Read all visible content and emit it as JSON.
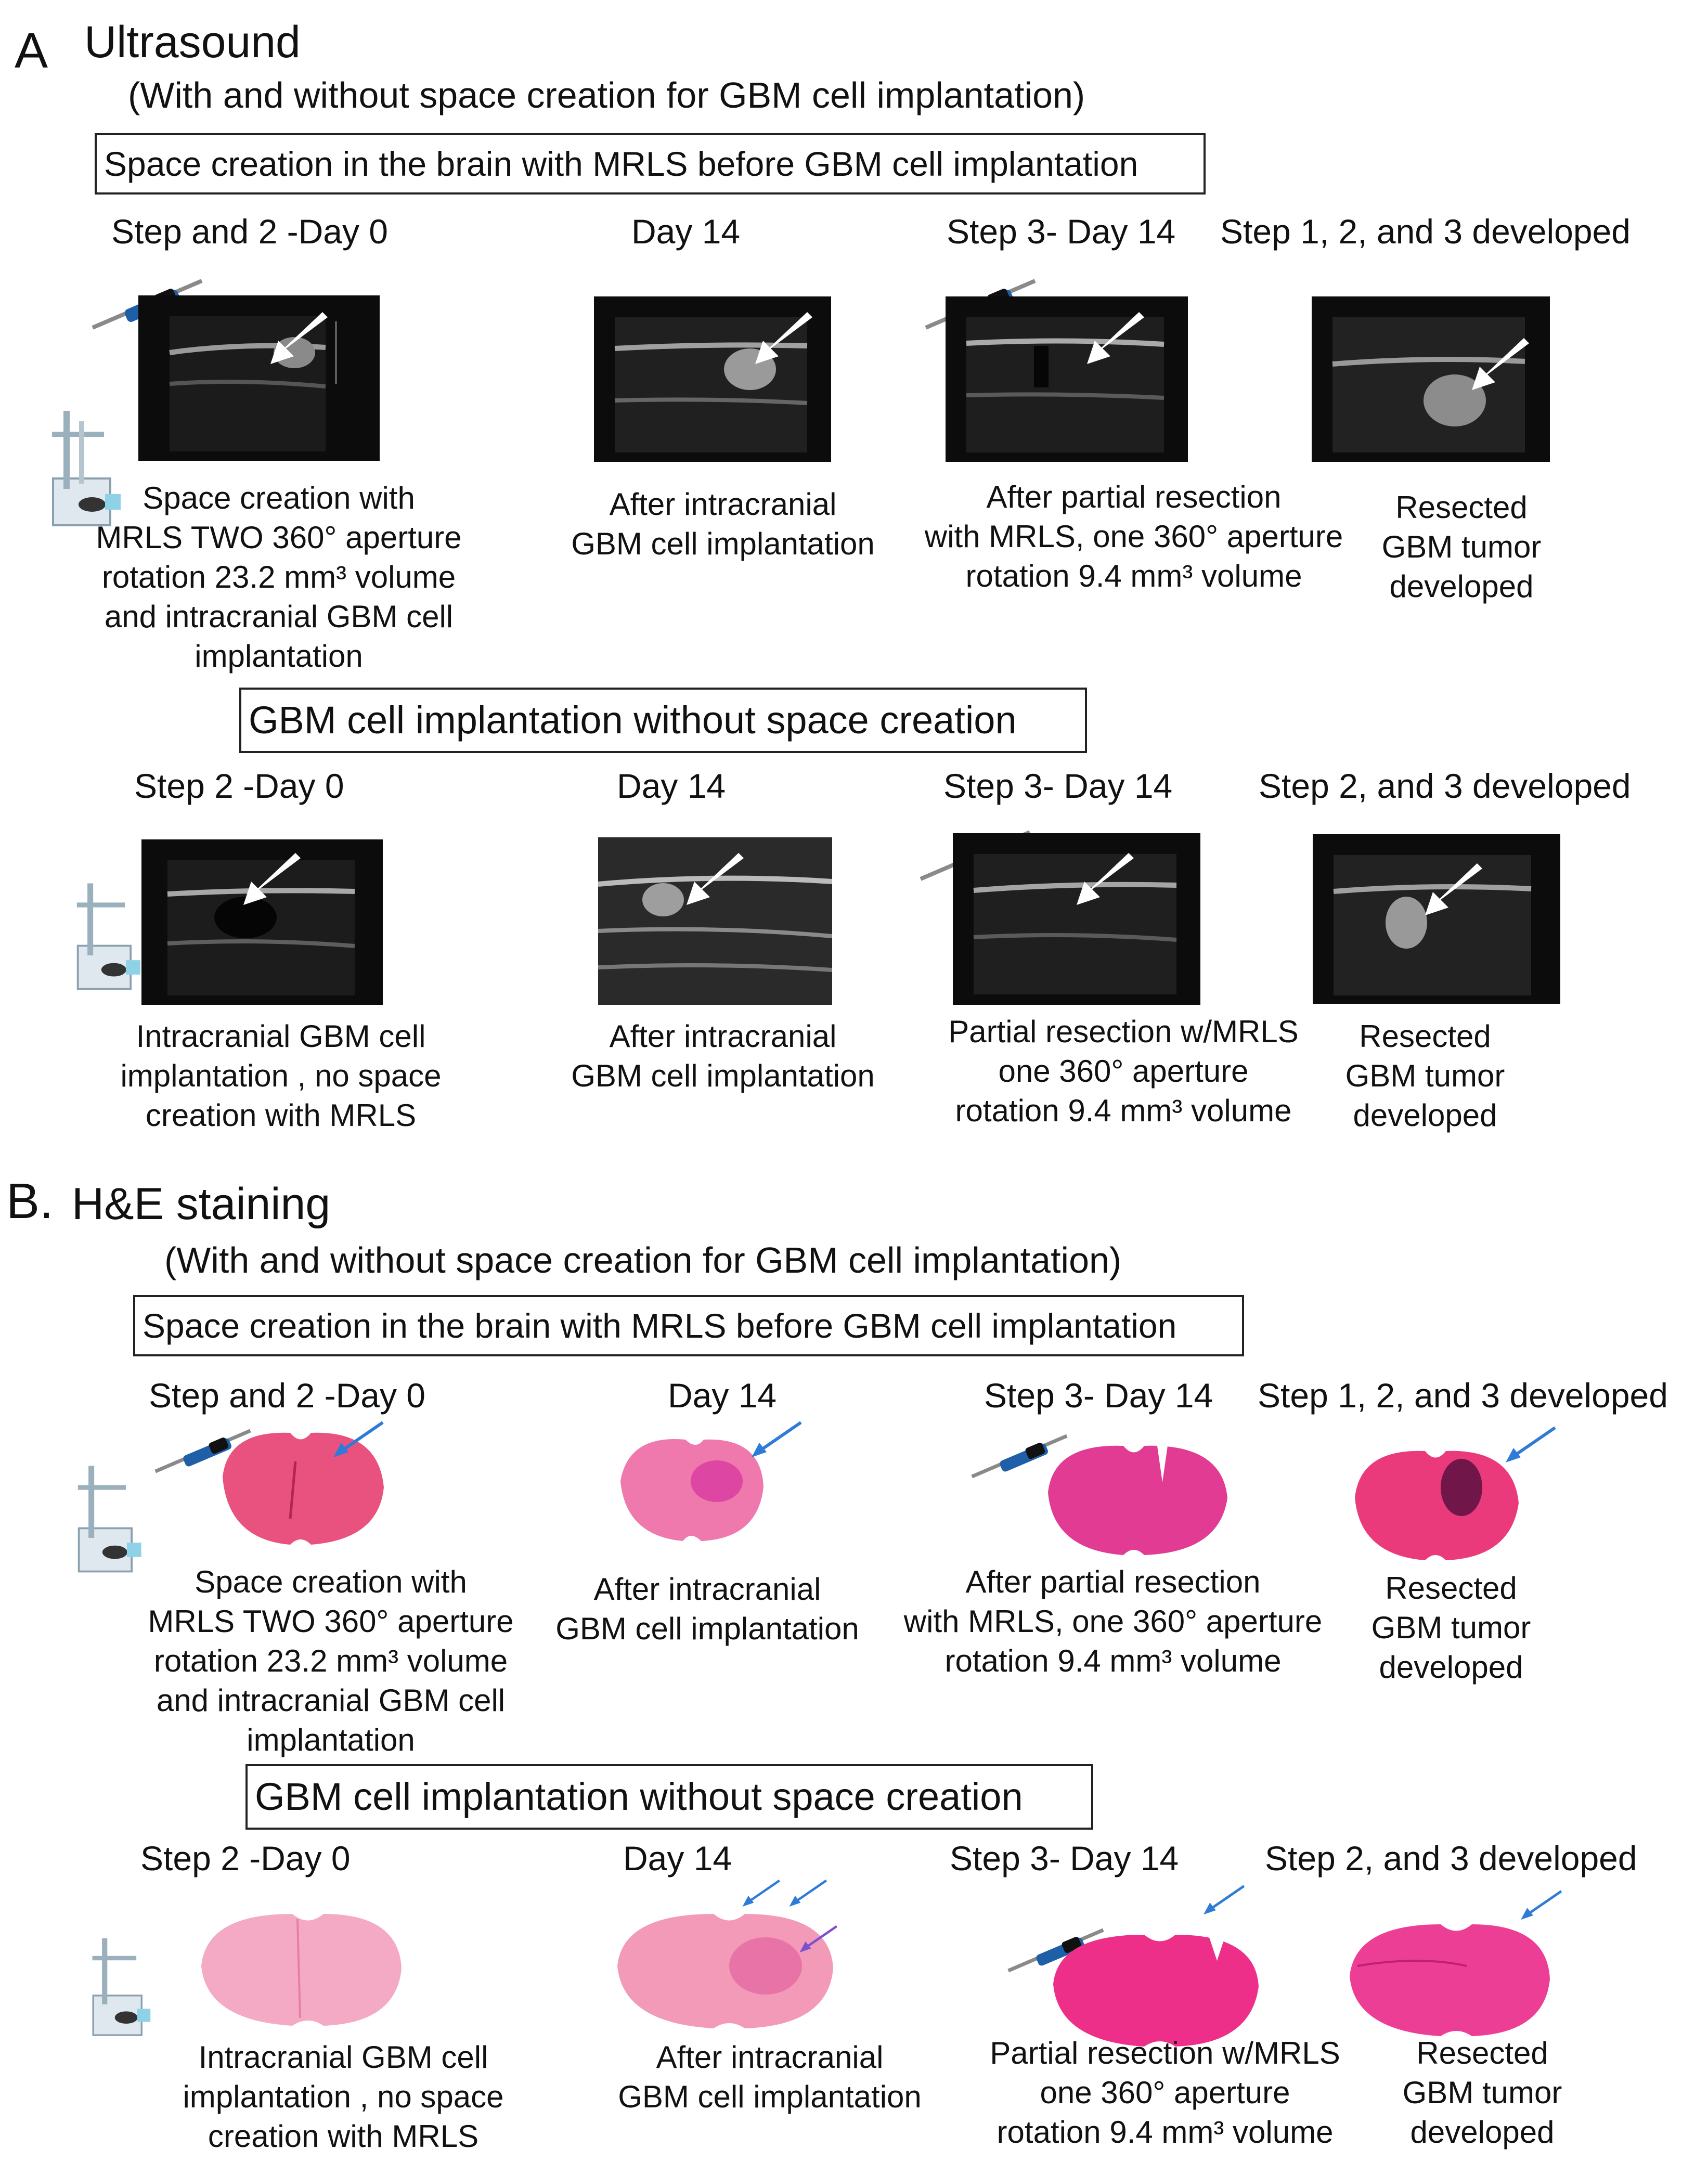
{
  "panel_a": {
    "letter": "A",
    "title": "Ultrasound",
    "subtitle": "(With and without space creation for GBM cell  implantation)",
    "group1": {
      "box_label": "Space creation in the brain with MRLS before GBM cell  implantation",
      "steps": [
        "Step  and 2 -Day 0",
        "Day  14",
        "Step 3- Day 14",
        "Step 1, 2, and 3  developed"
      ],
      "captions": [
        [
          "Space creation with",
          "MRLS TWO 360° aperture",
          "rotation  23.2 mm³ volume",
          "and intracranial GBM cell",
          "implantation"
        ],
        [
          "After intracranial",
          "GBM cell  implantation"
        ],
        [
          "After partial resection",
          "with MRLS, one 360° aperture",
          "rotation 9.4 mm³ volume"
        ],
        [
          "Resected",
          "GBM tumor",
          "developed"
        ]
      ]
    },
    "group2": {
      "box_label": "GBM cell  implantation without space creation",
      "steps": [
        "Step  2 -Day 0",
        "Day  14",
        "Step 3- Day 14",
        "Step  2, and 3  developed"
      ],
      "captions": [
        [
          "Intracranial GBM cell",
          "implantation , no space",
          "creation with  MRLS"
        ],
        [
          "After intracranial",
          "GBM cell  implantation"
        ],
        [
          "Partial resection w/MRLS",
          "one 360° aperture",
          "rotation  9.4 mm³ volume"
        ],
        [
          "Resected",
          "GBM tumor",
          "developed"
        ]
      ]
    }
  },
  "panel_b": {
    "letter": "B.",
    "title": "H&E staining",
    "subtitle": "(With and without space creation for GBM cell  implantation)",
    "group1": {
      "box_label": "Space creation in the brain with MRLS before GBM cell  implantation",
      "steps": [
        "Step  and 2 -Day 0",
        "Day  14",
        "Step 3- Day 14",
        "Step 1, 2, and 3  developed"
      ],
      "captions": [
        [
          "Space creation with",
          "MRLS TWO 360° aperture",
          "rotation  23.2 mm³ volume",
          "and intracranial GBM cell",
          "implantation"
        ],
        [
          "After intracranial",
          "GBM cell  implantation"
        ],
        [
          "After partial resection",
          "with MRLS, one 360° aperture",
          "rotation 9.4 mm³ volume"
        ],
        [
          "Resected",
          "GBM tumor",
          "developed"
        ]
      ]
    },
    "group2": {
      "box_label": "GBM cell  implantation without space creation",
      "steps": [
        "Step  2 -Day 0",
        "Day  14",
        "Step 3- Day 14",
        "Step  2, and 3  developed"
      ],
      "captions": [
        [
          "Intracranial GBM cell",
          "implantation , no space",
          "creation with  MRLS"
        ],
        [
          "After intracranial",
          "GBM cell  implantation"
        ],
        [
          "Partial resection w/MRLS",
          "one 360° aperture",
          "rotation  9.4 mm³ volume"
        ],
        [
          "Resected",
          "GBM tumor",
          "developed"
        ]
      ]
    }
  },
  "colors": {
    "ultrasound_bg": "#0c0c0c",
    "tissue_light": "#f2a6bf",
    "tissue_mid": "#ec5a94",
    "tissue_dark": "#e01f6d",
    "tumor": "#5a1040",
    "arrow_white": "#ffffff",
    "arrow_blue": "#2f7bd8"
  }
}
